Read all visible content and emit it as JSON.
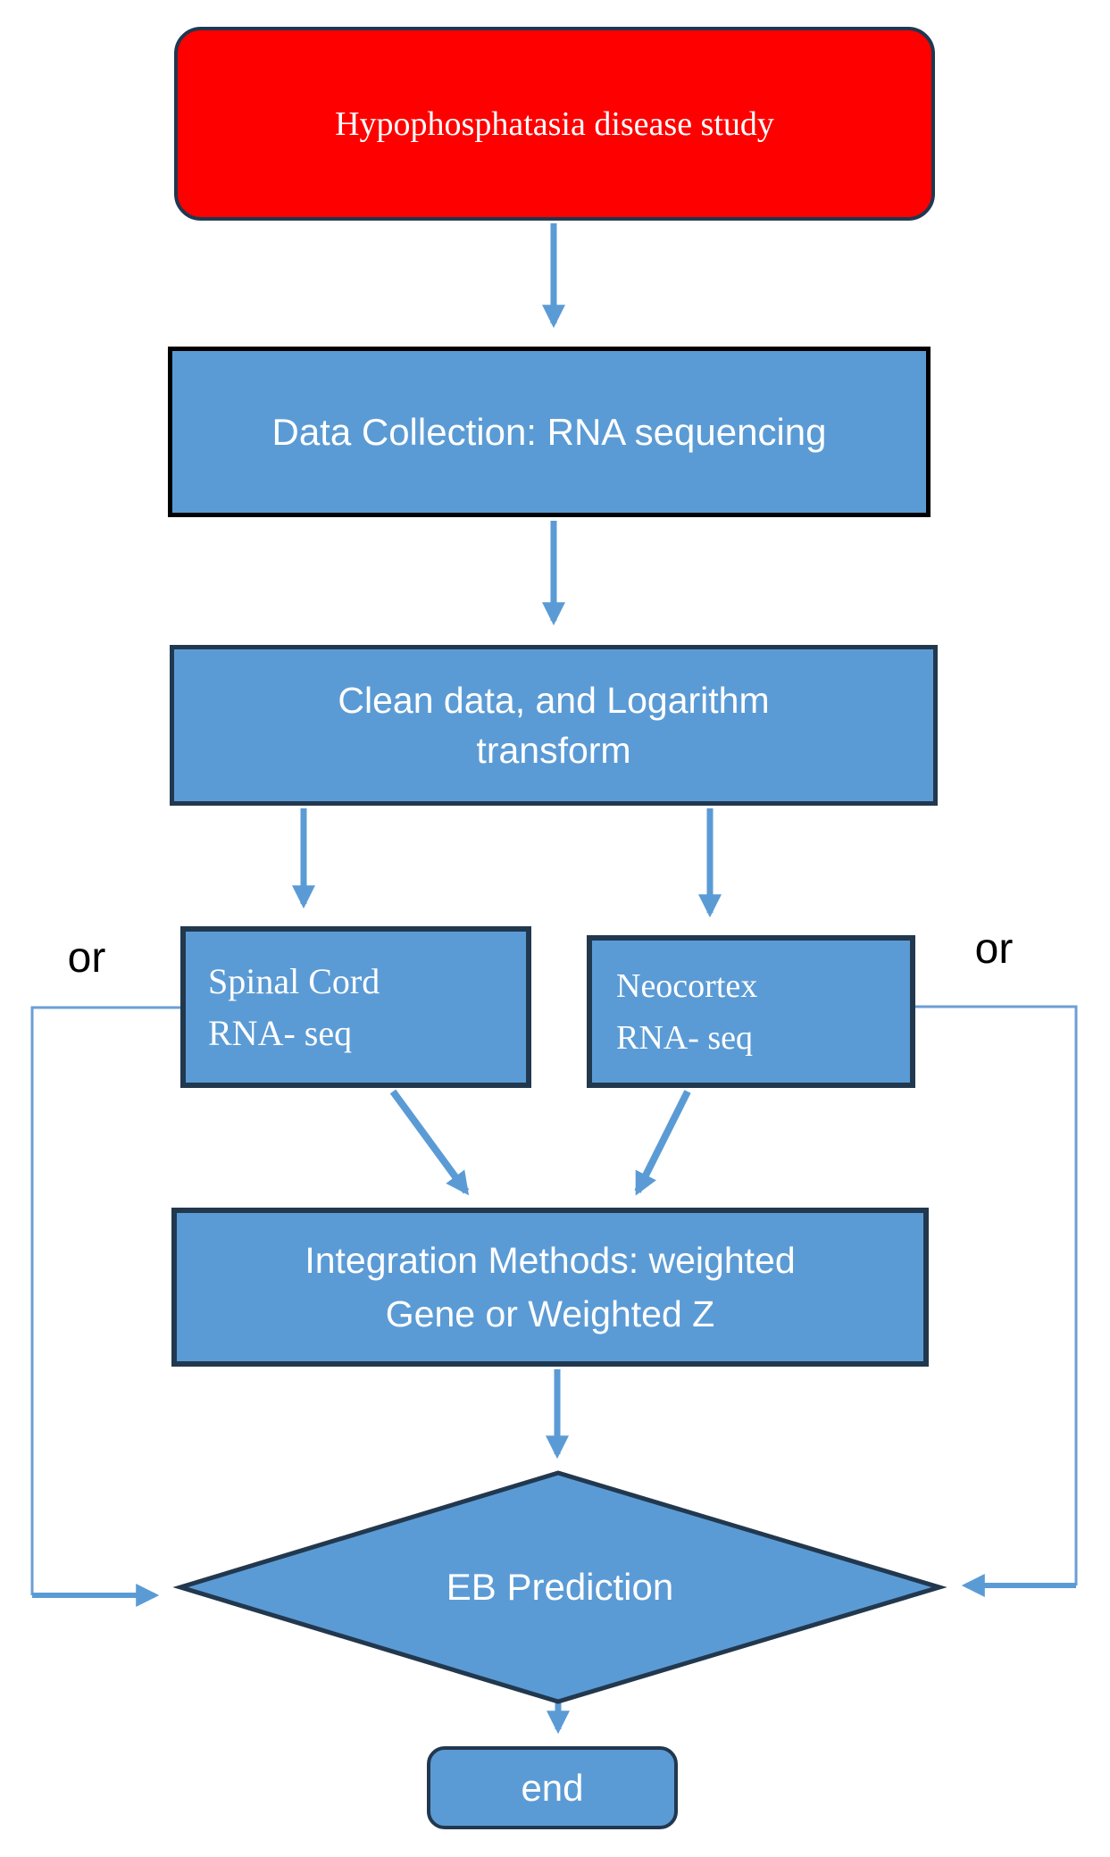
{
  "diagram": {
    "title": "Hypophosphatasia disease study flowchart",
    "type": "flowchart",
    "colors": {
      "start_fill": "#fe0000",
      "process_fill": "#5b9bd5",
      "dark_border": "#22384e",
      "black_border": "#000000",
      "arrow": "#5b9bd5",
      "thin_line": "#6b9fd4",
      "text": "#ffffff",
      "or_text": "#000000"
    },
    "nodes": {
      "start": {
        "label": "Hypophosphatasia disease study",
        "shape": "rounded-rectangle"
      },
      "data_collection": {
        "label": "Data Collection: RNA sequencing",
        "shape": "rectangle"
      },
      "clean": {
        "line1": "Clean data, and Logarithm",
        "line2": "transform",
        "shape": "rectangle"
      },
      "spinal": {
        "line1": "Spinal Cord",
        "line2": "RNA- seq",
        "shape": "rectangle"
      },
      "neocortex": {
        "line1": "Neocortex",
        "line2": "RNA- seq",
        "shape": "rectangle"
      },
      "integration": {
        "line1": "Integration Methods: weighted",
        "line2": "Gene or Weighted Z",
        "shape": "rectangle"
      },
      "eb_prediction": {
        "label": "EB Prediction",
        "shape": "diamond"
      },
      "end": {
        "label": "end",
        "shape": "rounded-rectangle"
      }
    },
    "labels": {
      "or_left": "or",
      "or_right": "or"
    },
    "edges": [
      "start -> data_collection",
      "data_collection -> clean",
      "clean -> spinal",
      "clean -> neocortex",
      "spinal -> integration",
      "neocortex -> integration",
      "integration -> eb_prediction",
      "spinal -> eb_prediction (or, left bypass)",
      "neocortex -> eb_prediction (or, right bypass)",
      "eb_prediction -> end"
    ]
  }
}
